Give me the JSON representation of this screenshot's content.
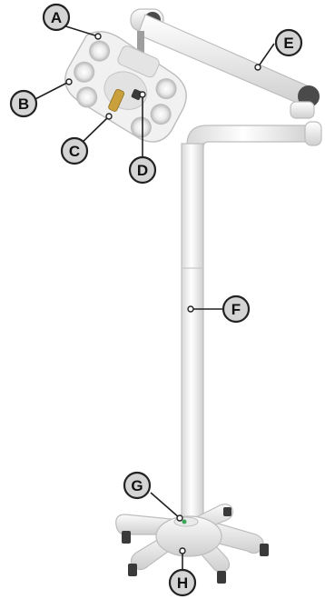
{
  "diagram": {
    "subject": "surgical-lamp-floor-stand",
    "colors": {
      "body": "#f3f3f3",
      "shade": "#d9d9d9",
      "outline": "#bdbdbd",
      "dark": "#3a3a3a",
      "callout_fill": "#d4d4d4",
      "callout_stroke": "#222222",
      "leader": "#222222"
    },
    "callouts": [
      {
        "id": "A",
        "letter": "A",
        "part": "lamp-head"
      },
      {
        "id": "B",
        "letter": "B",
        "part": "led-module"
      },
      {
        "id": "C",
        "letter": "C",
        "part": "handle"
      },
      {
        "id": "D",
        "letter": "D",
        "part": "center-sensor"
      },
      {
        "id": "E",
        "letter": "E",
        "part": "arm"
      },
      {
        "id": "F",
        "letter": "F",
        "part": "vertical-pole"
      },
      {
        "id": "G",
        "letter": "G",
        "part": "pole-base-joint"
      },
      {
        "id": "H",
        "letter": "H",
        "part": "wheeled-base"
      }
    ]
  }
}
